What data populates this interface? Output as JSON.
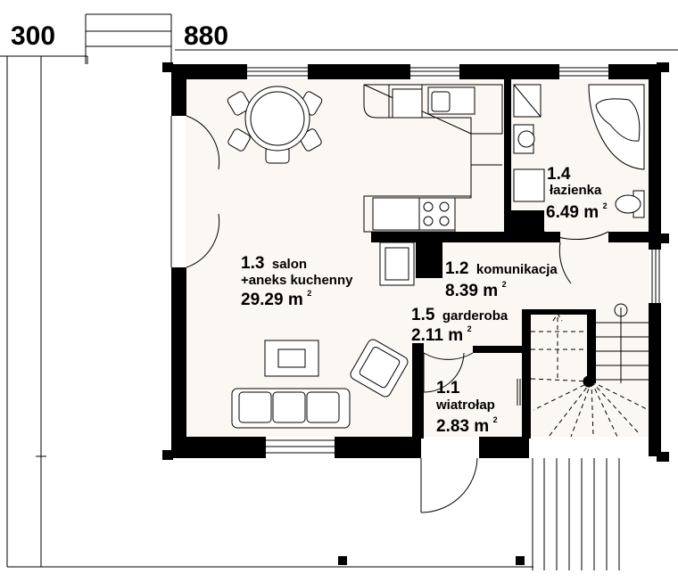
{
  "dimensions": {
    "left": "300",
    "right": "880"
  },
  "rooms": [
    {
      "id": "1.3",
      "name": "salon",
      "name2": "+aneks kuchenny",
      "area": "29.29 m",
      "unit_sup": "2"
    },
    {
      "id": "1.4",
      "name": "łazienka",
      "area": "6.49 m",
      "unit_sup": "2"
    },
    {
      "id": "1.2",
      "name": "komunikacja",
      "area": "8.39 m",
      "unit_sup": "2"
    },
    {
      "id": "1.5",
      "name": "garderoba",
      "area": "2.11 m",
      "unit_sup": "2"
    },
    {
      "id": "1.1",
      "name": "wiatrołap",
      "area": "2.83 m",
      "unit_sup": "2"
    }
  ]
}
